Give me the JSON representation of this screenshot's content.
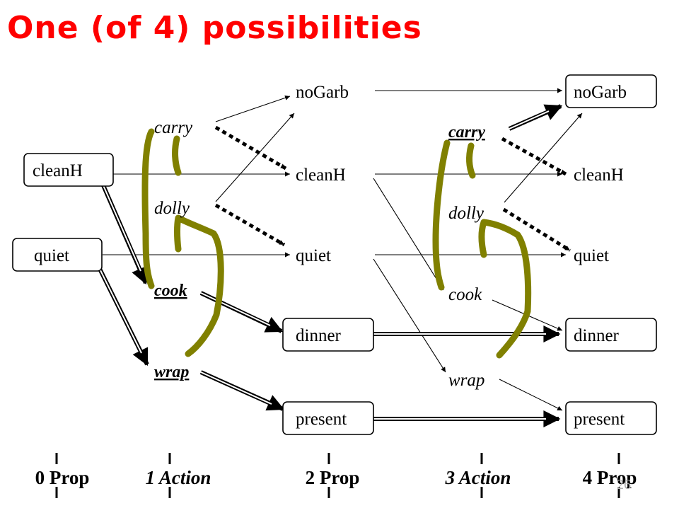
{
  "title": "One (of 4) possibilities",
  "page_number": "26",
  "level0": {
    "props": [
      "cleanH",
      "quiet"
    ]
  },
  "level1": {
    "actions": [
      "carry",
      "dolly",
      "cook",
      "wrap"
    ]
  },
  "level2": {
    "props": [
      "noGarb",
      "cleanH",
      "quiet",
      "dinner",
      "present"
    ]
  },
  "level3": {
    "actions": [
      "carry",
      "dolly",
      "cook",
      "wrap"
    ]
  },
  "level4": {
    "props": [
      "noGarb",
      "cleanH",
      "quiet",
      "dinner",
      "present"
    ]
  },
  "axis": {
    "labels": [
      "0 Prop",
      "1 Action",
      "2  Prop",
      "3 Action",
      "4 Prop"
    ]
  },
  "colors": {
    "title": "#ff0000",
    "highlight_stroke": "#808000",
    "edges": "#000000"
  }
}
